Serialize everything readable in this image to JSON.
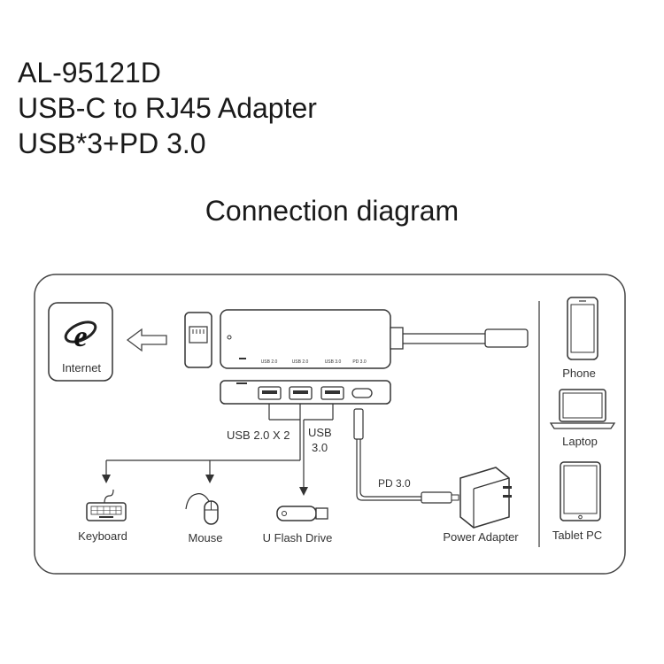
{
  "header": {
    "model": "AL-95121D",
    "product": "USB-C to RJ45 Adapter",
    "ports": "USB*3+PD 3.0"
  },
  "section_title": "Connection diagram",
  "diagram": {
    "internet_label": "Internet",
    "hub_port_labels": [
      "USB 2.0",
      "USB 2.0",
      "USB 3.0",
      "PD 3.0"
    ],
    "usb2_label": "USB 2.0 X 2",
    "usb3_label_line1": "USB",
    "usb3_label_line2": "3.0",
    "pd_label": "PD 3.0",
    "devices_bottom": [
      "Keyboard",
      "Mouse",
      "U Flash Drive",
      "Power Adapter"
    ],
    "devices_right": [
      "Phone",
      "Laptop",
      "Tablet PC"
    ]
  }
}
